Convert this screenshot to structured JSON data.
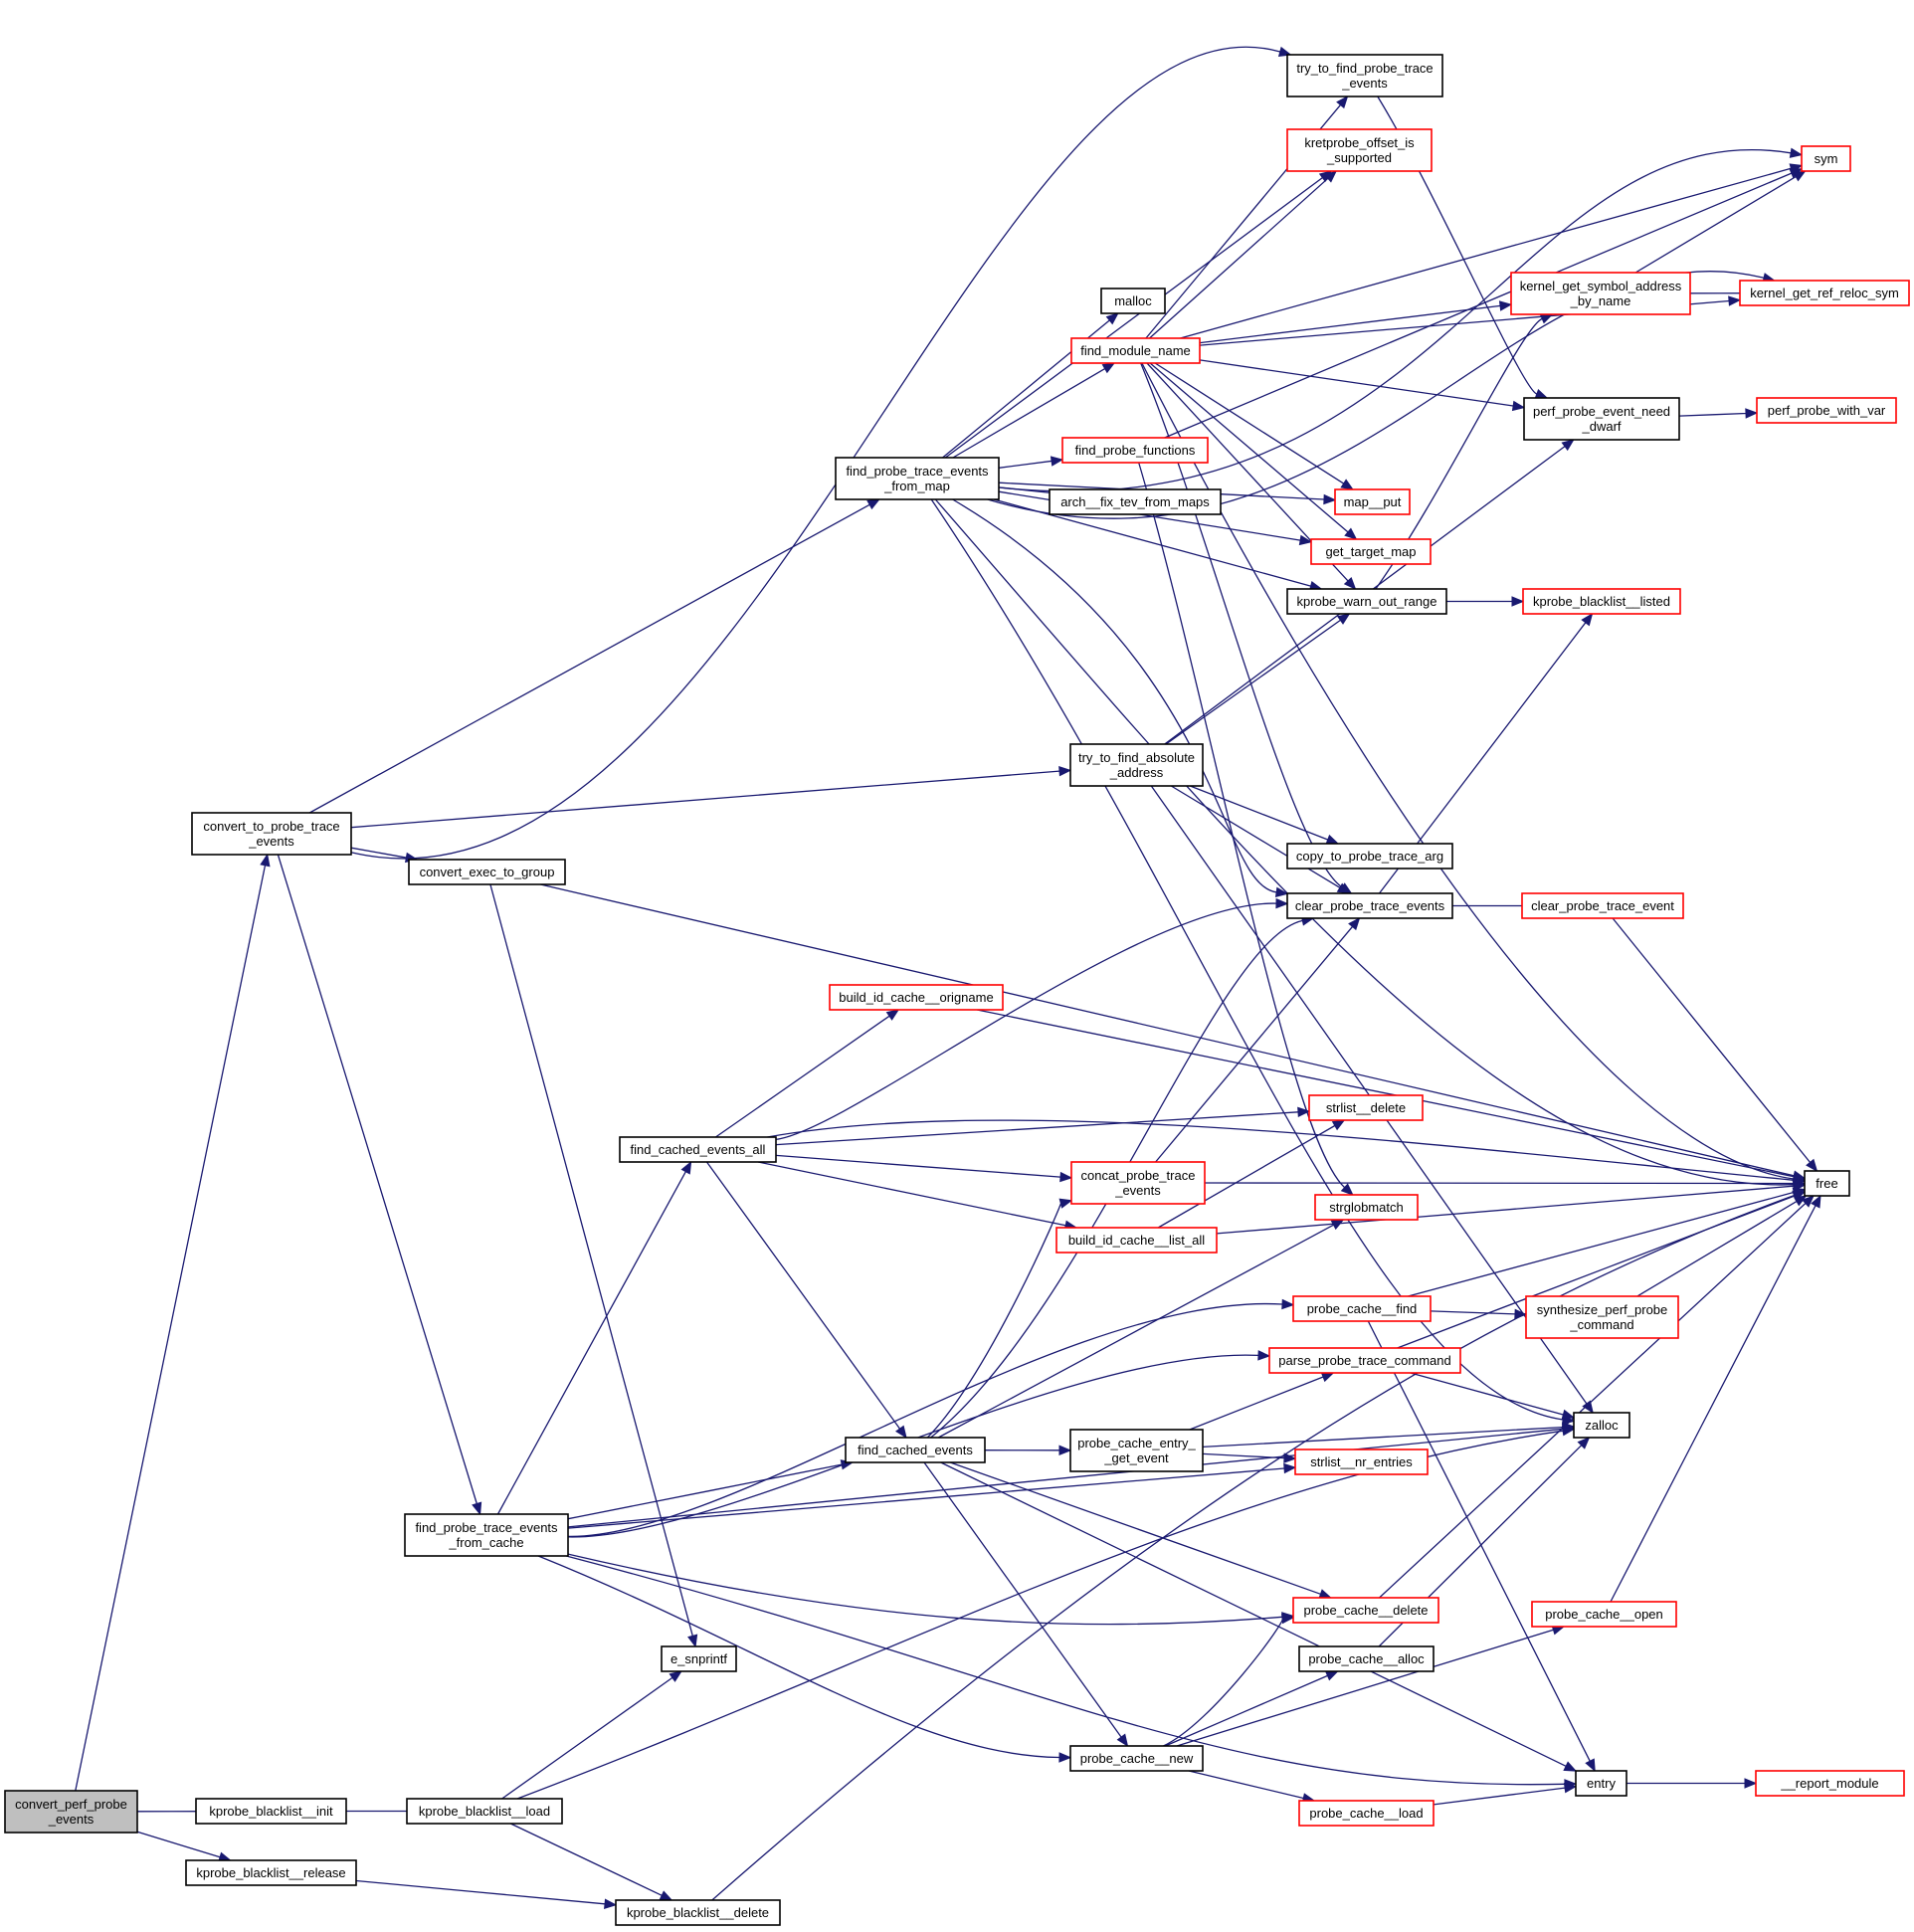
{
  "graph": {
    "title": "",
    "colors": {
      "edge": "#191970",
      "root_fill": "#bfbfbf",
      "truncated_border": "#ff0000",
      "normal_border": "#000000"
    },
    "nodes": [
      {
        "id": "convert_perf_probe_events",
        "lines": [
          "convert_perf_probe",
          "_events"
        ],
        "style": "root"
      },
      {
        "id": "convert_to_probe_trace_events",
        "lines": [
          "convert_to_probe_trace",
          "_events"
        ],
        "style": "plain"
      },
      {
        "id": "convert_exec_to_group",
        "lines": [
          "convert_exec_to_group"
        ],
        "style": "plain"
      },
      {
        "id": "find_probe_trace_events_from_map",
        "lines": [
          "find_probe_trace_events",
          "_from_map"
        ],
        "style": "plain"
      },
      {
        "id": "find_probe_trace_events_from_cache",
        "lines": [
          "find_probe_trace_events",
          "_from_cache"
        ],
        "style": "plain"
      },
      {
        "id": "find_cached_events_all",
        "lines": [
          "find_cached_events_all"
        ],
        "style": "plain"
      },
      {
        "id": "find_cached_events",
        "lines": [
          "find_cached_events"
        ],
        "style": "plain"
      },
      {
        "id": "try_to_find_probe_trace_events",
        "lines": [
          "try_to_find_probe_trace",
          "_events"
        ],
        "style": "plain"
      },
      {
        "id": "kretprobe_offset_is_supported",
        "lines": [
          "kretprobe_offset_is",
          "_supported"
        ],
        "style": "trunc"
      },
      {
        "id": "malloc",
        "lines": [
          "malloc"
        ],
        "style": "plain"
      },
      {
        "id": "find_module_name",
        "lines": [
          "find_module_name"
        ],
        "style": "trunc"
      },
      {
        "id": "find_probe_functions",
        "lines": [
          "find_probe_functions"
        ],
        "style": "trunc"
      },
      {
        "id": "arch__fix_tev_from_maps",
        "lines": [
          "arch__fix_tev_from_maps"
        ],
        "style": "plain"
      },
      {
        "id": "map__put",
        "lines": [
          "map__put"
        ],
        "style": "trunc"
      },
      {
        "id": "get_target_map",
        "lines": [
          "get_target_map"
        ],
        "style": "trunc"
      },
      {
        "id": "kprobe_warn_out_range",
        "lines": [
          "kprobe_warn_out_range"
        ],
        "style": "plain"
      },
      {
        "id": "try_to_find_absolute_address",
        "lines": [
          "try_to_find_absolute",
          "_address"
        ],
        "style": "plain"
      },
      {
        "id": "copy_to_probe_trace_arg",
        "lines": [
          "copy_to_probe_trace_arg"
        ],
        "style": "plain"
      },
      {
        "id": "clear_probe_trace_events",
        "lines": [
          "clear_probe_trace_events"
        ],
        "style": "plain"
      },
      {
        "id": "build_id_cache__origname",
        "lines": [
          "build_id_cache__origname"
        ],
        "style": "trunc"
      },
      {
        "id": "strlist__delete",
        "lines": [
          "strlist__delete"
        ],
        "style": "trunc"
      },
      {
        "id": "concat_probe_trace_events",
        "lines": [
          "concat_probe_trace",
          "_events"
        ],
        "style": "trunc"
      },
      {
        "id": "strglobmatch",
        "lines": [
          "strglobmatch"
        ],
        "style": "trunc"
      },
      {
        "id": "build_id_cache__list_all",
        "lines": [
          "build_id_cache__list_all"
        ],
        "style": "trunc"
      },
      {
        "id": "probe_cache__find",
        "lines": [
          "probe_cache__find"
        ],
        "style": "trunc"
      },
      {
        "id": "parse_probe_trace_command",
        "lines": [
          "parse_probe_trace_command"
        ],
        "style": "trunc"
      },
      {
        "id": "probe_cache_entry__get_event",
        "lines": [
          "probe_cache_entry_",
          "_get_event"
        ],
        "style": "plain"
      },
      {
        "id": "strlist__nr_entries",
        "lines": [
          "strlist__nr_entries"
        ],
        "style": "trunc"
      },
      {
        "id": "probe_cache__delete",
        "lines": [
          "probe_cache__delete"
        ],
        "style": "trunc"
      },
      {
        "id": "probe_cache__alloc",
        "lines": [
          "probe_cache__alloc"
        ],
        "style": "plain"
      },
      {
        "id": "probe_cache__new",
        "lines": [
          "probe_cache__new"
        ],
        "style": "plain"
      },
      {
        "id": "probe_cache__load",
        "lines": [
          "probe_cache__load"
        ],
        "style": "trunc"
      },
      {
        "id": "e_snprintf",
        "lines": [
          "e_snprintf"
        ],
        "style": "plain"
      },
      {
        "id": "kprobe_blacklist__init",
        "lines": [
          "kprobe_blacklist__init"
        ],
        "style": "plain"
      },
      {
        "id": "kprobe_blacklist__load",
        "lines": [
          "kprobe_blacklist__load"
        ],
        "style": "plain"
      },
      {
        "id": "kprobe_blacklist__release",
        "lines": [
          "kprobe_blacklist__release"
        ],
        "style": "plain"
      },
      {
        "id": "kprobe_blacklist__delete",
        "lines": [
          "kprobe_blacklist__delete"
        ],
        "style": "plain"
      },
      {
        "id": "sym",
        "lines": [
          "sym"
        ],
        "style": "trunc"
      },
      {
        "id": "kernel_get_symbol_address_by_name",
        "lines": [
          "kernel_get_symbol_address",
          "_by_name"
        ],
        "style": "trunc"
      },
      {
        "id": "kernel_get_ref_reloc_sym",
        "lines": [
          "kernel_get_ref_reloc_sym"
        ],
        "style": "trunc"
      },
      {
        "id": "perf_probe_event_need_dwarf",
        "lines": [
          "perf_probe_event_need",
          "_dwarf"
        ],
        "style": "plain"
      },
      {
        "id": "perf_probe_with_var",
        "lines": [
          "perf_probe_with_var"
        ],
        "style": "trunc"
      },
      {
        "id": "kprobe_blacklist__listed",
        "lines": [
          "kprobe_blacklist__listed"
        ],
        "style": "trunc"
      },
      {
        "id": "clear_probe_trace_event",
        "lines": [
          "clear_probe_trace_event"
        ],
        "style": "trunc"
      },
      {
        "id": "free",
        "lines": [
          "free"
        ],
        "style": "plain"
      },
      {
        "id": "synthesize_perf_probe_command",
        "lines": [
          "synthesize_perf_probe",
          "_command"
        ],
        "style": "trunc"
      },
      {
        "id": "zalloc",
        "lines": [
          "zalloc"
        ],
        "style": "plain"
      },
      {
        "id": "probe_cache__open",
        "lines": [
          "probe_cache__open"
        ],
        "style": "trunc"
      },
      {
        "id": "entry",
        "lines": [
          "entry"
        ],
        "style": "plain"
      },
      {
        "id": "__report_module",
        "lines": [
          "__report_module"
        ],
        "style": "trunc"
      }
    ],
    "edges": [
      [
        "convert_perf_probe_events",
        "convert_to_probe_trace_events"
      ],
      [
        "convert_perf_probe_events",
        "kprobe_blacklist__init"
      ],
      [
        "convert_perf_probe_events",
        "kprobe_blacklist__release"
      ],
      [
        "convert_to_probe_trace_events",
        "try_to_find_probe_trace_events"
      ],
      [
        "convert_to_probe_trace_events",
        "find_probe_trace_events_from_map"
      ],
      [
        "convert_to_probe_trace_events",
        "try_to_find_absolute_address"
      ],
      [
        "convert_to_probe_trace_events",
        "convert_exec_to_group"
      ],
      [
        "convert_to_probe_trace_events",
        "find_probe_trace_events_from_cache"
      ],
      [
        "convert_exec_to_group",
        "free"
      ],
      [
        "convert_exec_to_group",
        "e_snprintf"
      ],
      [
        "find_probe_trace_events_from_map",
        "sym"
      ],
      [
        "find_probe_trace_events_from_map",
        "kernel_get_ref_reloc_sym"
      ],
      [
        "find_probe_trace_events_from_map",
        "kretprobe_offset_is_supported"
      ],
      [
        "find_probe_trace_events_from_map",
        "malloc"
      ],
      [
        "find_probe_trace_events_from_map",
        "find_module_name"
      ],
      [
        "find_probe_trace_events_from_map",
        "find_probe_functions"
      ],
      [
        "find_probe_trace_events_from_map",
        "arch__fix_tev_from_maps"
      ],
      [
        "find_probe_trace_events_from_map",
        "map__put"
      ],
      [
        "find_probe_trace_events_from_map",
        "get_target_map"
      ],
      [
        "find_probe_trace_events_from_map",
        "kprobe_warn_out_range"
      ],
      [
        "find_probe_trace_events_from_map",
        "clear_probe_trace_events"
      ],
      [
        "find_probe_trace_events_from_map",
        "zalloc"
      ],
      [
        "find_probe_trace_events_from_map",
        "free"
      ],
      [
        "find_module_name",
        "try_to_find_probe_trace_events"
      ],
      [
        "find_module_name",
        "kretprobe_offset_is_supported"
      ],
      [
        "find_module_name",
        "sym"
      ],
      [
        "find_module_name",
        "kernel_get_symbol_address_by_name"
      ],
      [
        "find_module_name",
        "kernel_get_ref_reloc_sym"
      ],
      [
        "find_module_name",
        "perf_probe_event_need_dwarf"
      ],
      [
        "find_module_name",
        "map__put"
      ],
      [
        "find_module_name",
        "get_target_map"
      ],
      [
        "find_module_name",
        "kprobe_warn_out_range"
      ],
      [
        "find_module_name",
        "clear_probe_trace_events"
      ],
      [
        "find_module_name",
        "free"
      ],
      [
        "find_probe_functions",
        "sym"
      ],
      [
        "find_probe_functions",
        "strglobmatch"
      ],
      [
        "try_to_find_probe_trace_events",
        "perf_probe_event_need_dwarf"
      ],
      [
        "kernel_get_symbol_address_by_name",
        "sym"
      ],
      [
        "kernel_get_symbol_address_by_name",
        "kernel_get_ref_reloc_sym"
      ],
      [
        "perf_probe_event_need_dwarf",
        "perf_probe_with_var"
      ],
      [
        "kprobe_warn_out_range",
        "kernel_get_symbol_address_by_name"
      ],
      [
        "kprobe_warn_out_range",
        "kprobe_blacklist__listed"
      ],
      [
        "try_to_find_absolute_address",
        "kprobe_warn_out_range"
      ],
      [
        "try_to_find_absolute_address",
        "perf_probe_event_need_dwarf"
      ],
      [
        "try_to_find_absolute_address",
        "copy_to_probe_trace_arg"
      ],
      [
        "try_to_find_absolute_address",
        "clear_probe_trace_events"
      ],
      [
        "try_to_find_absolute_address",
        "zalloc"
      ],
      [
        "clear_probe_trace_events",
        "clear_probe_trace_event"
      ],
      [
        "clear_probe_trace_events",
        "kprobe_blacklist__listed"
      ],
      [
        "clear_probe_trace_event",
        "free"
      ],
      [
        "find_cached_events_all",
        "clear_probe_trace_events"
      ],
      [
        "find_cached_events_all",
        "build_id_cache__origname"
      ],
      [
        "find_cached_events_all",
        "strlist__delete"
      ],
      [
        "find_cached_events_all",
        "concat_probe_trace_events"
      ],
      [
        "find_cached_events_all",
        "build_id_cache__list_all"
      ],
      [
        "find_cached_events_all",
        "find_cached_events"
      ],
      [
        "find_cached_events_all",
        "free"
      ],
      [
        "build_id_cache__origname",
        "free"
      ],
      [
        "concat_probe_trace_events",
        "clear_probe_trace_events"
      ],
      [
        "concat_probe_trace_events",
        "free"
      ],
      [
        "build_id_cache__list_all",
        "strlist__delete"
      ],
      [
        "build_id_cache__list_all",
        "free"
      ],
      [
        "find_probe_trace_events_from_cache",
        "find_cached_events_all"
      ],
      [
        "find_probe_trace_events_from_cache",
        "probe_cache__find"
      ],
      [
        "find_probe_trace_events_from_cache",
        "parse_probe_trace_command"
      ],
      [
        "find_probe_trace_events_from_cache",
        "find_cached_events"
      ],
      [
        "find_probe_trace_events_from_cache",
        "strlist__nr_entries"
      ],
      [
        "find_probe_trace_events_from_cache",
        "zalloc"
      ],
      [
        "find_probe_trace_events_from_cache",
        "probe_cache__delete"
      ],
      [
        "find_probe_trace_events_from_cache",
        "probe_cache__new"
      ],
      [
        "find_probe_trace_events_from_cache",
        "entry"
      ],
      [
        "find_cached_events",
        "clear_probe_trace_events"
      ],
      [
        "find_cached_events",
        "concat_probe_trace_events"
      ],
      [
        "find_cached_events",
        "strglobmatch"
      ],
      [
        "find_cached_events",
        "probe_cache_entry__get_event"
      ],
      [
        "find_cached_events",
        "probe_cache__delete"
      ],
      [
        "find_cached_events",
        "probe_cache__new"
      ],
      [
        "find_cached_events",
        "entry"
      ],
      [
        "probe_cache__find",
        "free"
      ],
      [
        "probe_cache__find",
        "synthesize_perf_probe_command"
      ],
      [
        "probe_cache__find",
        "entry"
      ],
      [
        "synthesize_perf_probe_command",
        "free"
      ],
      [
        "parse_probe_trace_command",
        "zalloc"
      ],
      [
        "parse_probe_trace_command",
        "free"
      ],
      [
        "probe_cache_entry__get_event",
        "parse_probe_trace_command"
      ],
      [
        "probe_cache_entry__get_event",
        "zalloc"
      ],
      [
        "probe_cache_entry__get_event",
        "strlist__nr_entries"
      ],
      [
        "probe_cache__delete",
        "free"
      ],
      [
        "probe_cache__new",
        "probe_cache__delete"
      ],
      [
        "probe_cache__new",
        "probe_cache__alloc"
      ],
      [
        "probe_cache__new",
        "probe_cache__open"
      ],
      [
        "probe_cache__new",
        "probe_cache__load"
      ],
      [
        "probe_cache__alloc",
        "zalloc"
      ],
      [
        "probe_cache__open",
        "free"
      ],
      [
        "probe_cache__load",
        "entry"
      ],
      [
        "entry",
        "__report_module"
      ],
      [
        "kprobe_blacklist__init",
        "kprobe_blacklist__load"
      ],
      [
        "kprobe_blacklist__load",
        "e_snprintf"
      ],
      [
        "kprobe_blacklist__load",
        "zalloc"
      ],
      [
        "kprobe_blacklist__load",
        "kprobe_blacklist__delete"
      ],
      [
        "kprobe_blacklist__release",
        "kprobe_blacklist__delete"
      ],
      [
        "kprobe_blacklist__delete",
        "free"
      ]
    ]
  }
}
